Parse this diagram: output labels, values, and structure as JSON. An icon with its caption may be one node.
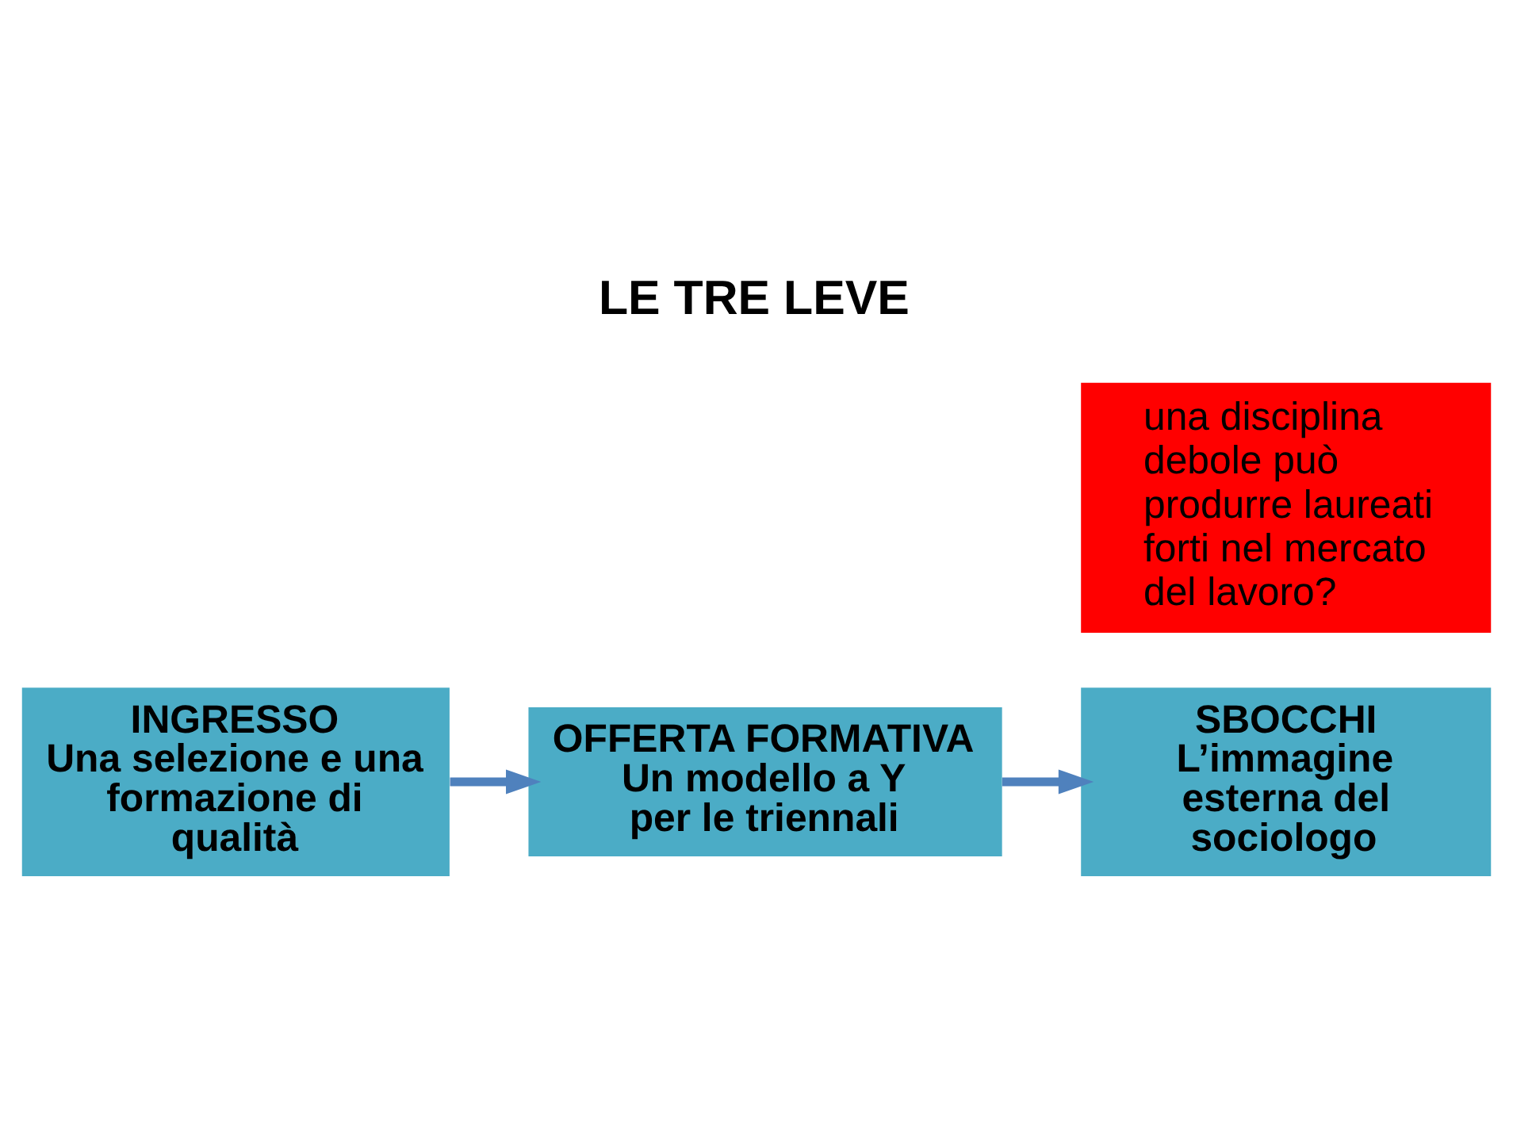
{
  "diagram": {
    "title": "LE TRE LEVE",
    "nodes": [
      {
        "text": [
          "INGRESSO",
          "Una selezione e una formazione di qualità"
        ]
      },
      {
        "text": [
          "OFFERTA FORMATIVA",
          "Un modello a Y per le triennali"
        ]
      },
      {
        "text": [
          "SBOCCHI",
          "L’immagine esterna del sociologo"
        ]
      },
      {
        "text": [
          "una disciplina debole può produrre laureati forti nel mercato del lavoro?"
        ]
      }
    ],
    "edges": [
      {
        "from": 0,
        "to": 1,
        "arrow": "to"
      },
      {
        "from": 1,
        "to": 2,
        "arrow": "to"
      }
    ]
  }
}
